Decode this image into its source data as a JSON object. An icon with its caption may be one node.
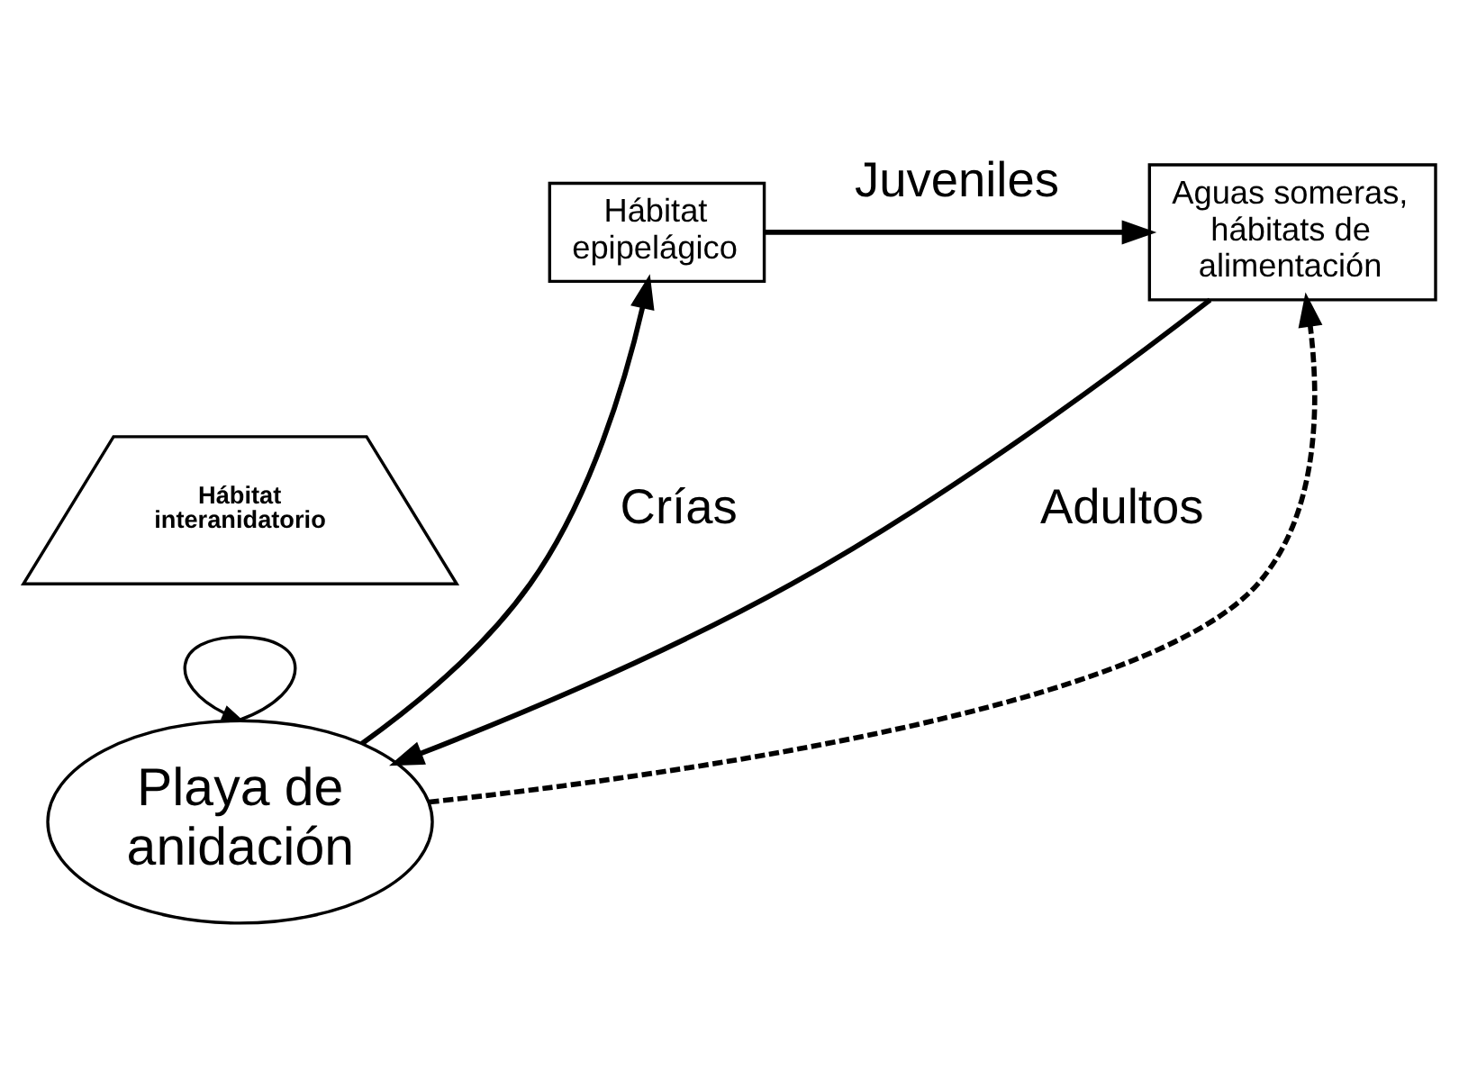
{
  "diagram": {
    "nodes": [
      {
        "text": [
          "Hábitat epipelágico"
        ]
      },
      {
        "text": [
          "Aguas someras, hábitats de alimentación"
        ]
      },
      {
        "text": [
          "Hábitat interanidatorio"
        ]
      },
      {
        "text": [
          "Playa de anidación"
        ]
      }
    ],
    "edges": [
      {
        "from": 0,
        "to": 1,
        "arrow": "to",
        "label": "Juveniles"
      },
      {
        "from": 1,
        "to": 3,
        "arrow": "to",
        "label": "Adultos"
      },
      {
        "from": 3,
        "to": 1,
        "arrow": "to",
        "style": "dashed"
      },
      {
        "from": 3,
        "to": 0,
        "arrow": "to",
        "label": "Crías"
      },
      {
        "from": 3,
        "to": 3,
        "arrow": "to"
      }
    ]
  }
}
